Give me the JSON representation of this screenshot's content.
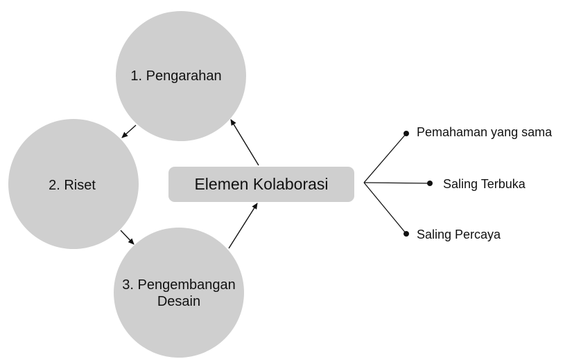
{
  "diagram": {
    "center": {
      "label": "Elemen Kolaborasi"
    },
    "cycle": [
      {
        "label": "1. Pengarahan"
      },
      {
        "label": "2. Riset"
      },
      {
        "label_line1": "3. Pengembangan",
        "label_line2": "Desain"
      }
    ],
    "elements": [
      {
        "label": "Pemahaman yang sama"
      },
      {
        "label": "Saling Terbuka"
      },
      {
        "label": "Saling Percaya"
      }
    ]
  },
  "colors": {
    "node_fill": "#cfcfcf",
    "line": "#111111",
    "background": "#ffffff"
  }
}
